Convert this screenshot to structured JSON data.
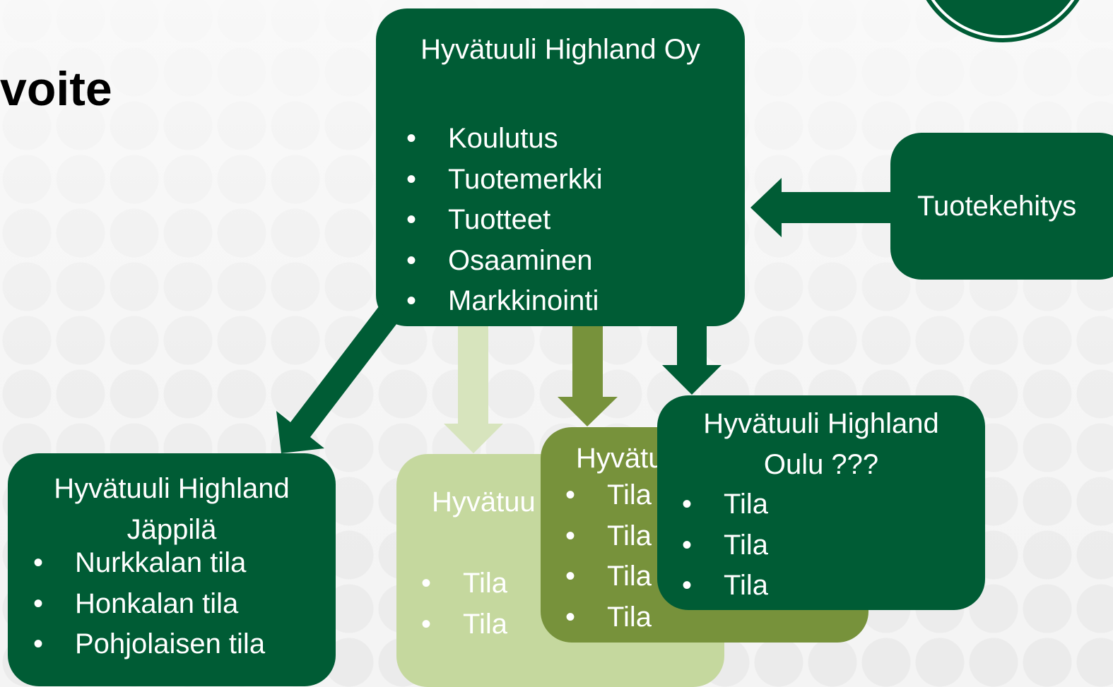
{
  "slide": {
    "title": "voite"
  },
  "colors": {
    "dark_green": "#005c35",
    "olive": "#77923b",
    "light_green": "#c5d89e",
    "pale_arrow": "#d7e4bd"
  },
  "top_box": {
    "heading": "Hyvätuuli Highland Oy",
    "items": [
      "Koulutus",
      "Tuotemerkki",
      "Tuotteet",
      "Osaaminen",
      "Markkinointi"
    ]
  },
  "side_box": {
    "label": "Tuotekehitys"
  },
  "japila_box": {
    "heading_line1": "Hyvätuuli Highland",
    "heading_line2": "Jäppilä",
    "items": [
      "Nurkkalan tila",
      "Honkalan tila",
      "Pohjolaisen tila"
    ]
  },
  "light_box": {
    "heading_visible": "Hyvätuu",
    "items": [
      "Tila",
      "Tila"
    ]
  },
  "olive_box": {
    "heading_visible": "Hyvätu",
    "items": [
      "Tila",
      "Tila",
      "Tila",
      "Tila"
    ]
  },
  "oulu_box": {
    "heading_line1": "Hyvätuuli Highland",
    "heading_line2": "Oulu ???",
    "items": [
      "Tila",
      "Tila",
      "Tila"
    ]
  }
}
